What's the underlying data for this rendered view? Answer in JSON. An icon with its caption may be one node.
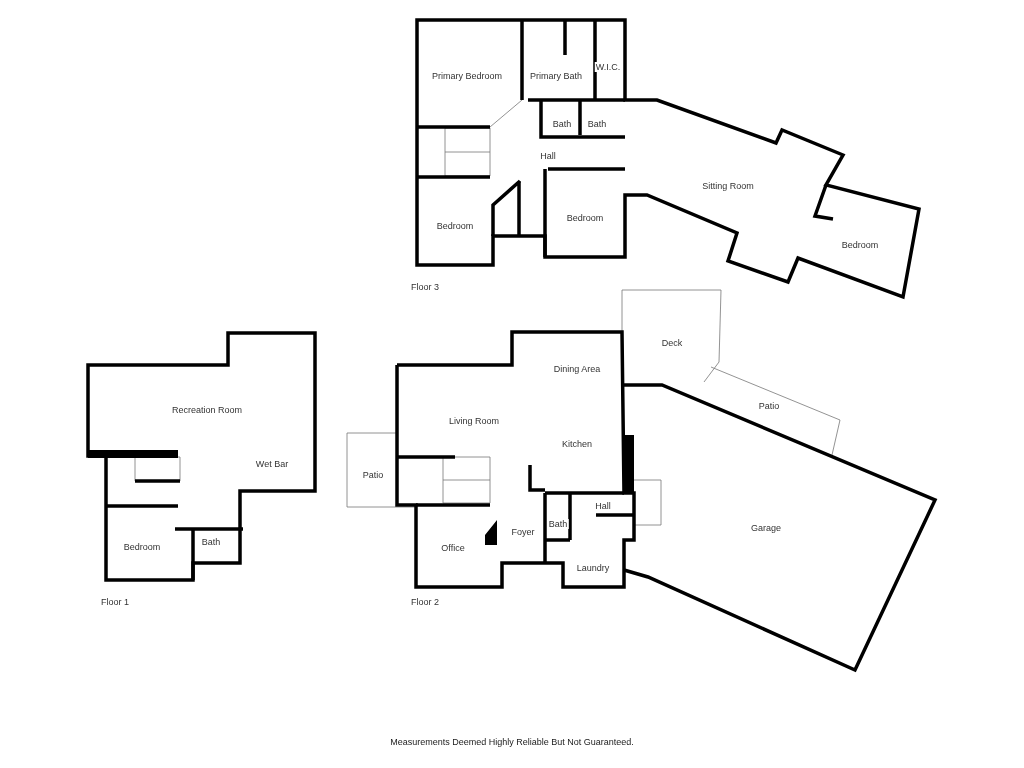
{
  "diagram": {
    "caption": "Measurements Deemed Highly Reliable But Not Guaranteed.",
    "labels": [
      "Primary Bedroom",
      "Primary Bath",
      "W.I.C.",
      "Bath",
      "Bath",
      "Hall",
      "Sitting Room",
      "Bedroom",
      "Bedroom",
      "Bedroom",
      "Floor 3",
      "Deck",
      "Recreation Room",
      "Dining Area",
      "Living Room",
      "Patio",
      "Kitchen",
      "Wet Bar",
      "Patio",
      "Hall",
      "Bath",
      "Garage",
      "Foyer",
      "Bedroom",
      "Bath",
      "Office",
      "Laundry",
      "Floor 1",
      "Floor 2"
    ]
  }
}
